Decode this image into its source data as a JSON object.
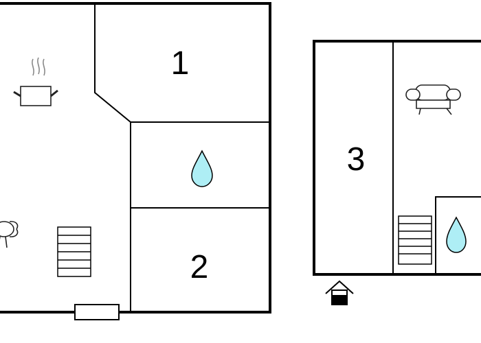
{
  "rooms": [
    {
      "id": "room-1",
      "label": "1"
    },
    {
      "id": "room-2",
      "label": "2"
    },
    {
      "id": "room-3",
      "label": "3"
    }
  ],
  "icons": {
    "kitchen": "cooking-pot-icon",
    "bathroom": "water-drop-icon",
    "stairs": "stairs-icon",
    "living": "sofa-icon",
    "dining": "dining-table-icon",
    "entrance": "entrance-house-icon"
  },
  "colors": {
    "water": "#aeeef5",
    "wall": "#000000"
  }
}
